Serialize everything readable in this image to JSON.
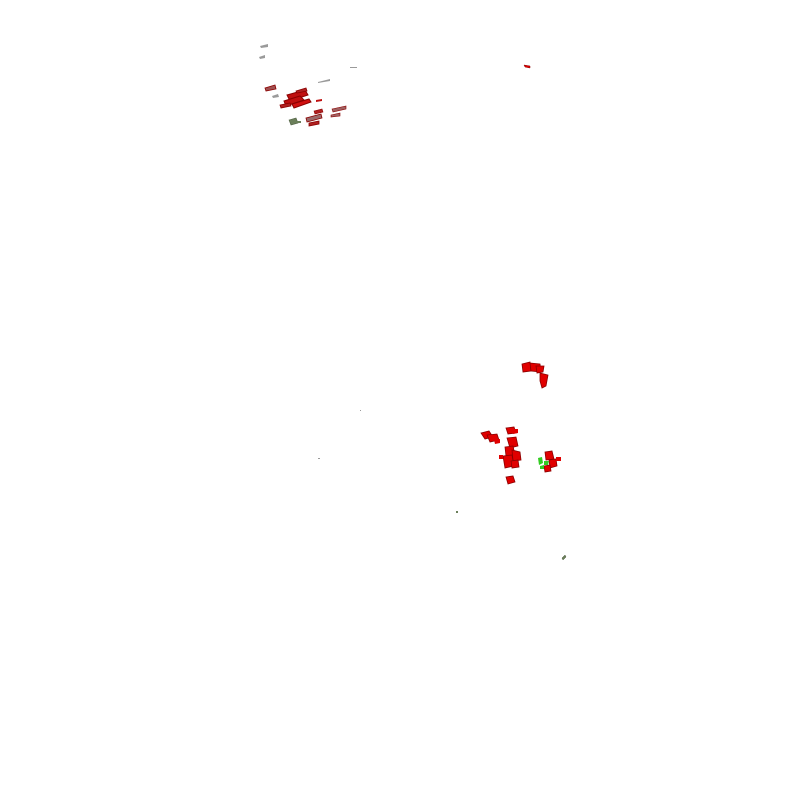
{
  "map": {
    "background": "#ffffff",
    "colors": {
      "red": "#e00000",
      "dark_red": "#8b0000",
      "gray_green": "#6b7f5a",
      "gray": "#9a9a9a",
      "green": "#33cc22"
    },
    "clusters": [
      {
        "id": "north-west-cluster",
        "style": "dark-red-outlined"
      },
      {
        "id": "north-east-speck",
        "style": "red"
      },
      {
        "id": "south-east-cluster-upper",
        "style": "red"
      },
      {
        "id": "south-east-cluster-lower",
        "style": "red-with-green"
      },
      {
        "id": "isolated-specks",
        "style": "gray"
      }
    ]
  }
}
